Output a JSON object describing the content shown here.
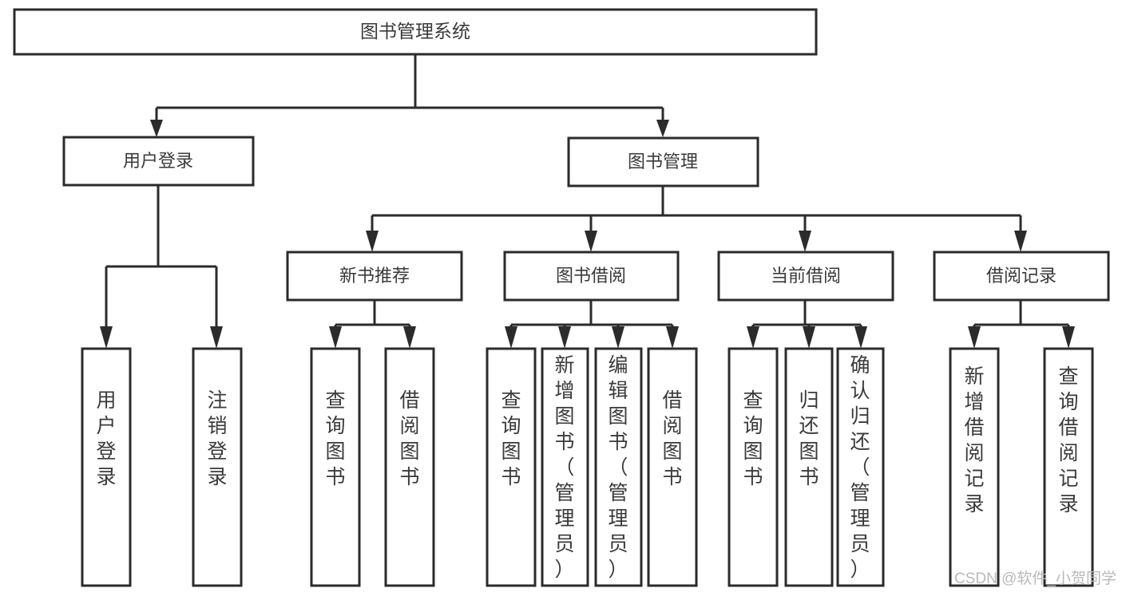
{
  "diagram": {
    "type": "tree-hierarchy",
    "title": "图书管理系统",
    "orientation": "top-down",
    "colors": {
      "box_stroke": "#2b2b2b",
      "box_fill": "#ffffff",
      "text": "#3a3a3a",
      "connector": "#2b2b2b",
      "watermark": "#b9b9b9",
      "background": "#ffffff"
    },
    "root": {
      "label": "图书管理系统"
    },
    "level1": [
      {
        "label": "用户登录"
      },
      {
        "label": "图书管理"
      }
    ],
    "level2": [
      {
        "label": "新书推荐"
      },
      {
        "label": "图书借阅"
      },
      {
        "label": "当前借阅"
      },
      {
        "label": "借阅记录"
      }
    ],
    "leaves": {
      "user_login": [
        {
          "label": "用户登录"
        },
        {
          "label": "注销登录"
        }
      ],
      "new_book_recommend": [
        {
          "label": "查询图书"
        },
        {
          "label": "借阅图书"
        }
      ],
      "book_borrow": [
        {
          "label": "查询图书"
        },
        {
          "label": "新增图书（管理员）"
        },
        {
          "label": "编辑图书（管理员）"
        },
        {
          "label": "借阅图书"
        }
      ],
      "current_borrow": [
        {
          "label": "查询图书"
        },
        {
          "label": "归还图书"
        },
        {
          "label": "确认归还（管理员）"
        }
      ],
      "borrow_record": [
        {
          "label": "新增借阅记录"
        },
        {
          "label": "查询借阅记录"
        }
      ]
    }
  },
  "watermark": {
    "text": "CSDN @软件_小贺同学"
  }
}
